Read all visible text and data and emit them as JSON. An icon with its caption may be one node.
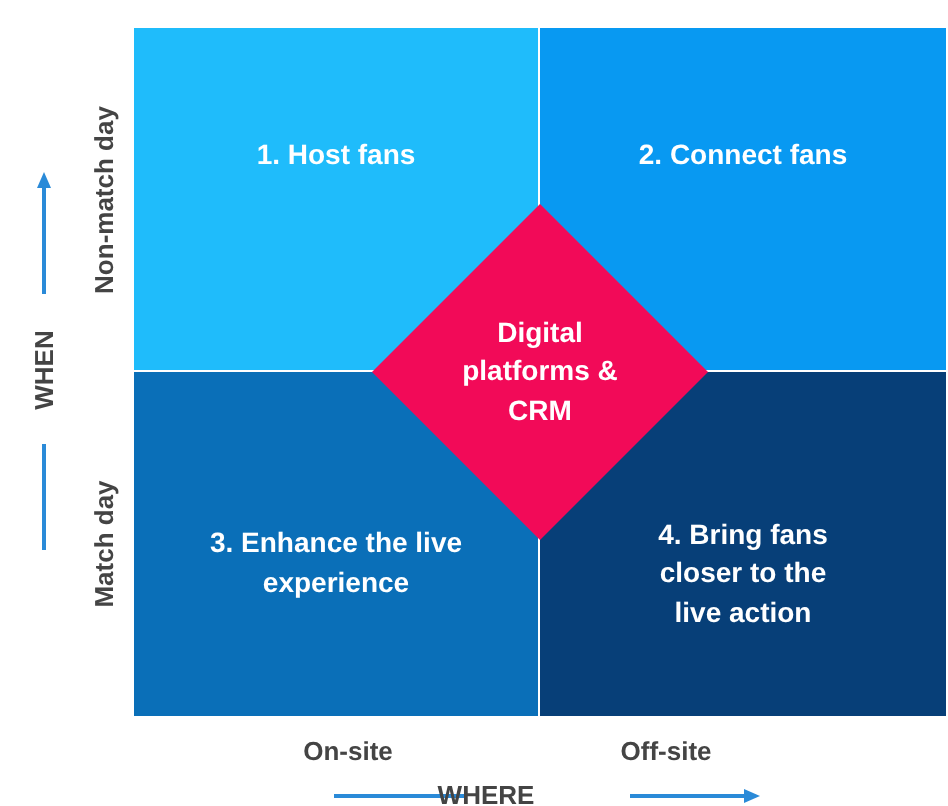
{
  "diagram": {
    "nodes": [
      {
        "text": [
          "1. Host fans"
        ]
      },
      {
        "text": [
          "2. Connect fans"
        ]
      },
      {
        "text": [
          "3. Enhance the live experience"
        ]
      },
      {
        "text": [
          "4. Bring fans closer to the live action"
        ]
      },
      {
        "text": [
          "Digital platforms & CRM"
        ]
      }
    ],
    "labels": [
      "Non-match day",
      "Match day",
      "WHEN",
      "On-site",
      "Off-site",
      "WHERE"
    ]
  }
}
